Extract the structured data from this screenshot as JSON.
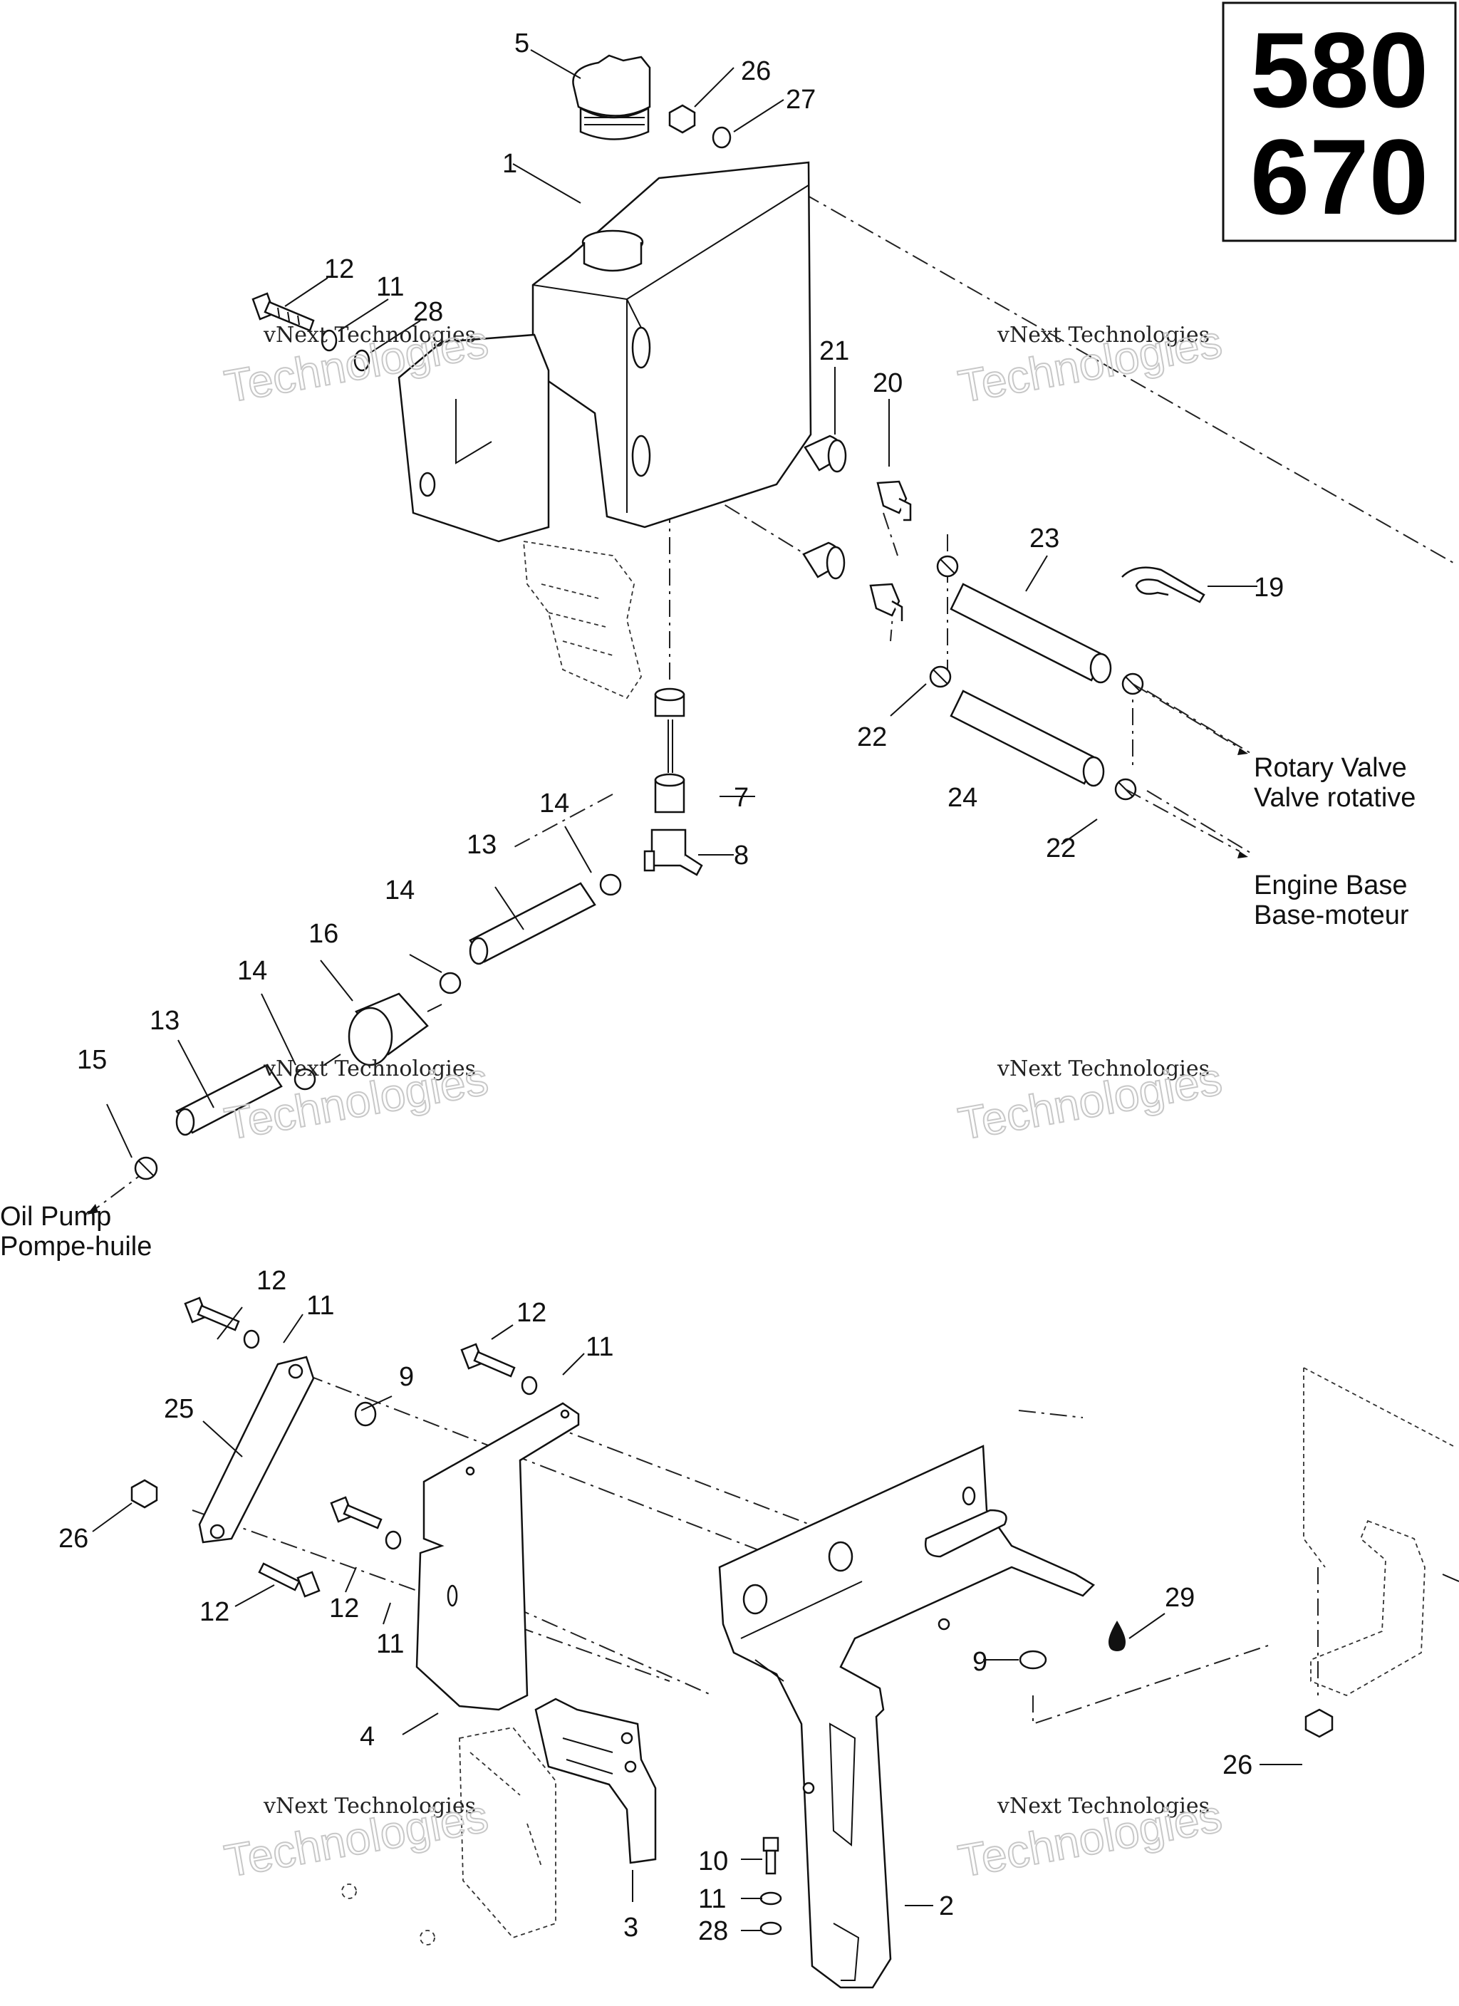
{
  "models": [
    "580",
    "670"
  ],
  "watermark": {
    "line1": "vNext Technologies",
    "line2": "Technologies"
  },
  "callouts": {
    "c1": "1",
    "c2": "2",
    "c3": "3",
    "c4": "4",
    "c5": "5",
    "c7": "7",
    "c8": "8",
    "c9": "9",
    "c10": "10",
    "c11": "11",
    "c12": "12",
    "c13": "13",
    "c14": "14",
    "c15": "15",
    "c16": "16",
    "c19": "19",
    "c20": "20",
    "c21": "21",
    "c22": "22",
    "c23": "23",
    "c24": "24",
    "c25": "25",
    "c26": "26",
    "c27": "27",
    "c28": "28",
    "c29": "29"
  },
  "destinations": {
    "rotary_valve": {
      "en": "Rotary Valve",
      "fr": "Valve rotative"
    },
    "engine_base": {
      "en": "Engine Base",
      "fr": "Base-moteur"
    },
    "oil_pump": {
      "en": "Oil Pump",
      "fr": "Pompe-huile"
    }
  },
  "icons": {
    "lubricant": "oil-drop-icon"
  }
}
